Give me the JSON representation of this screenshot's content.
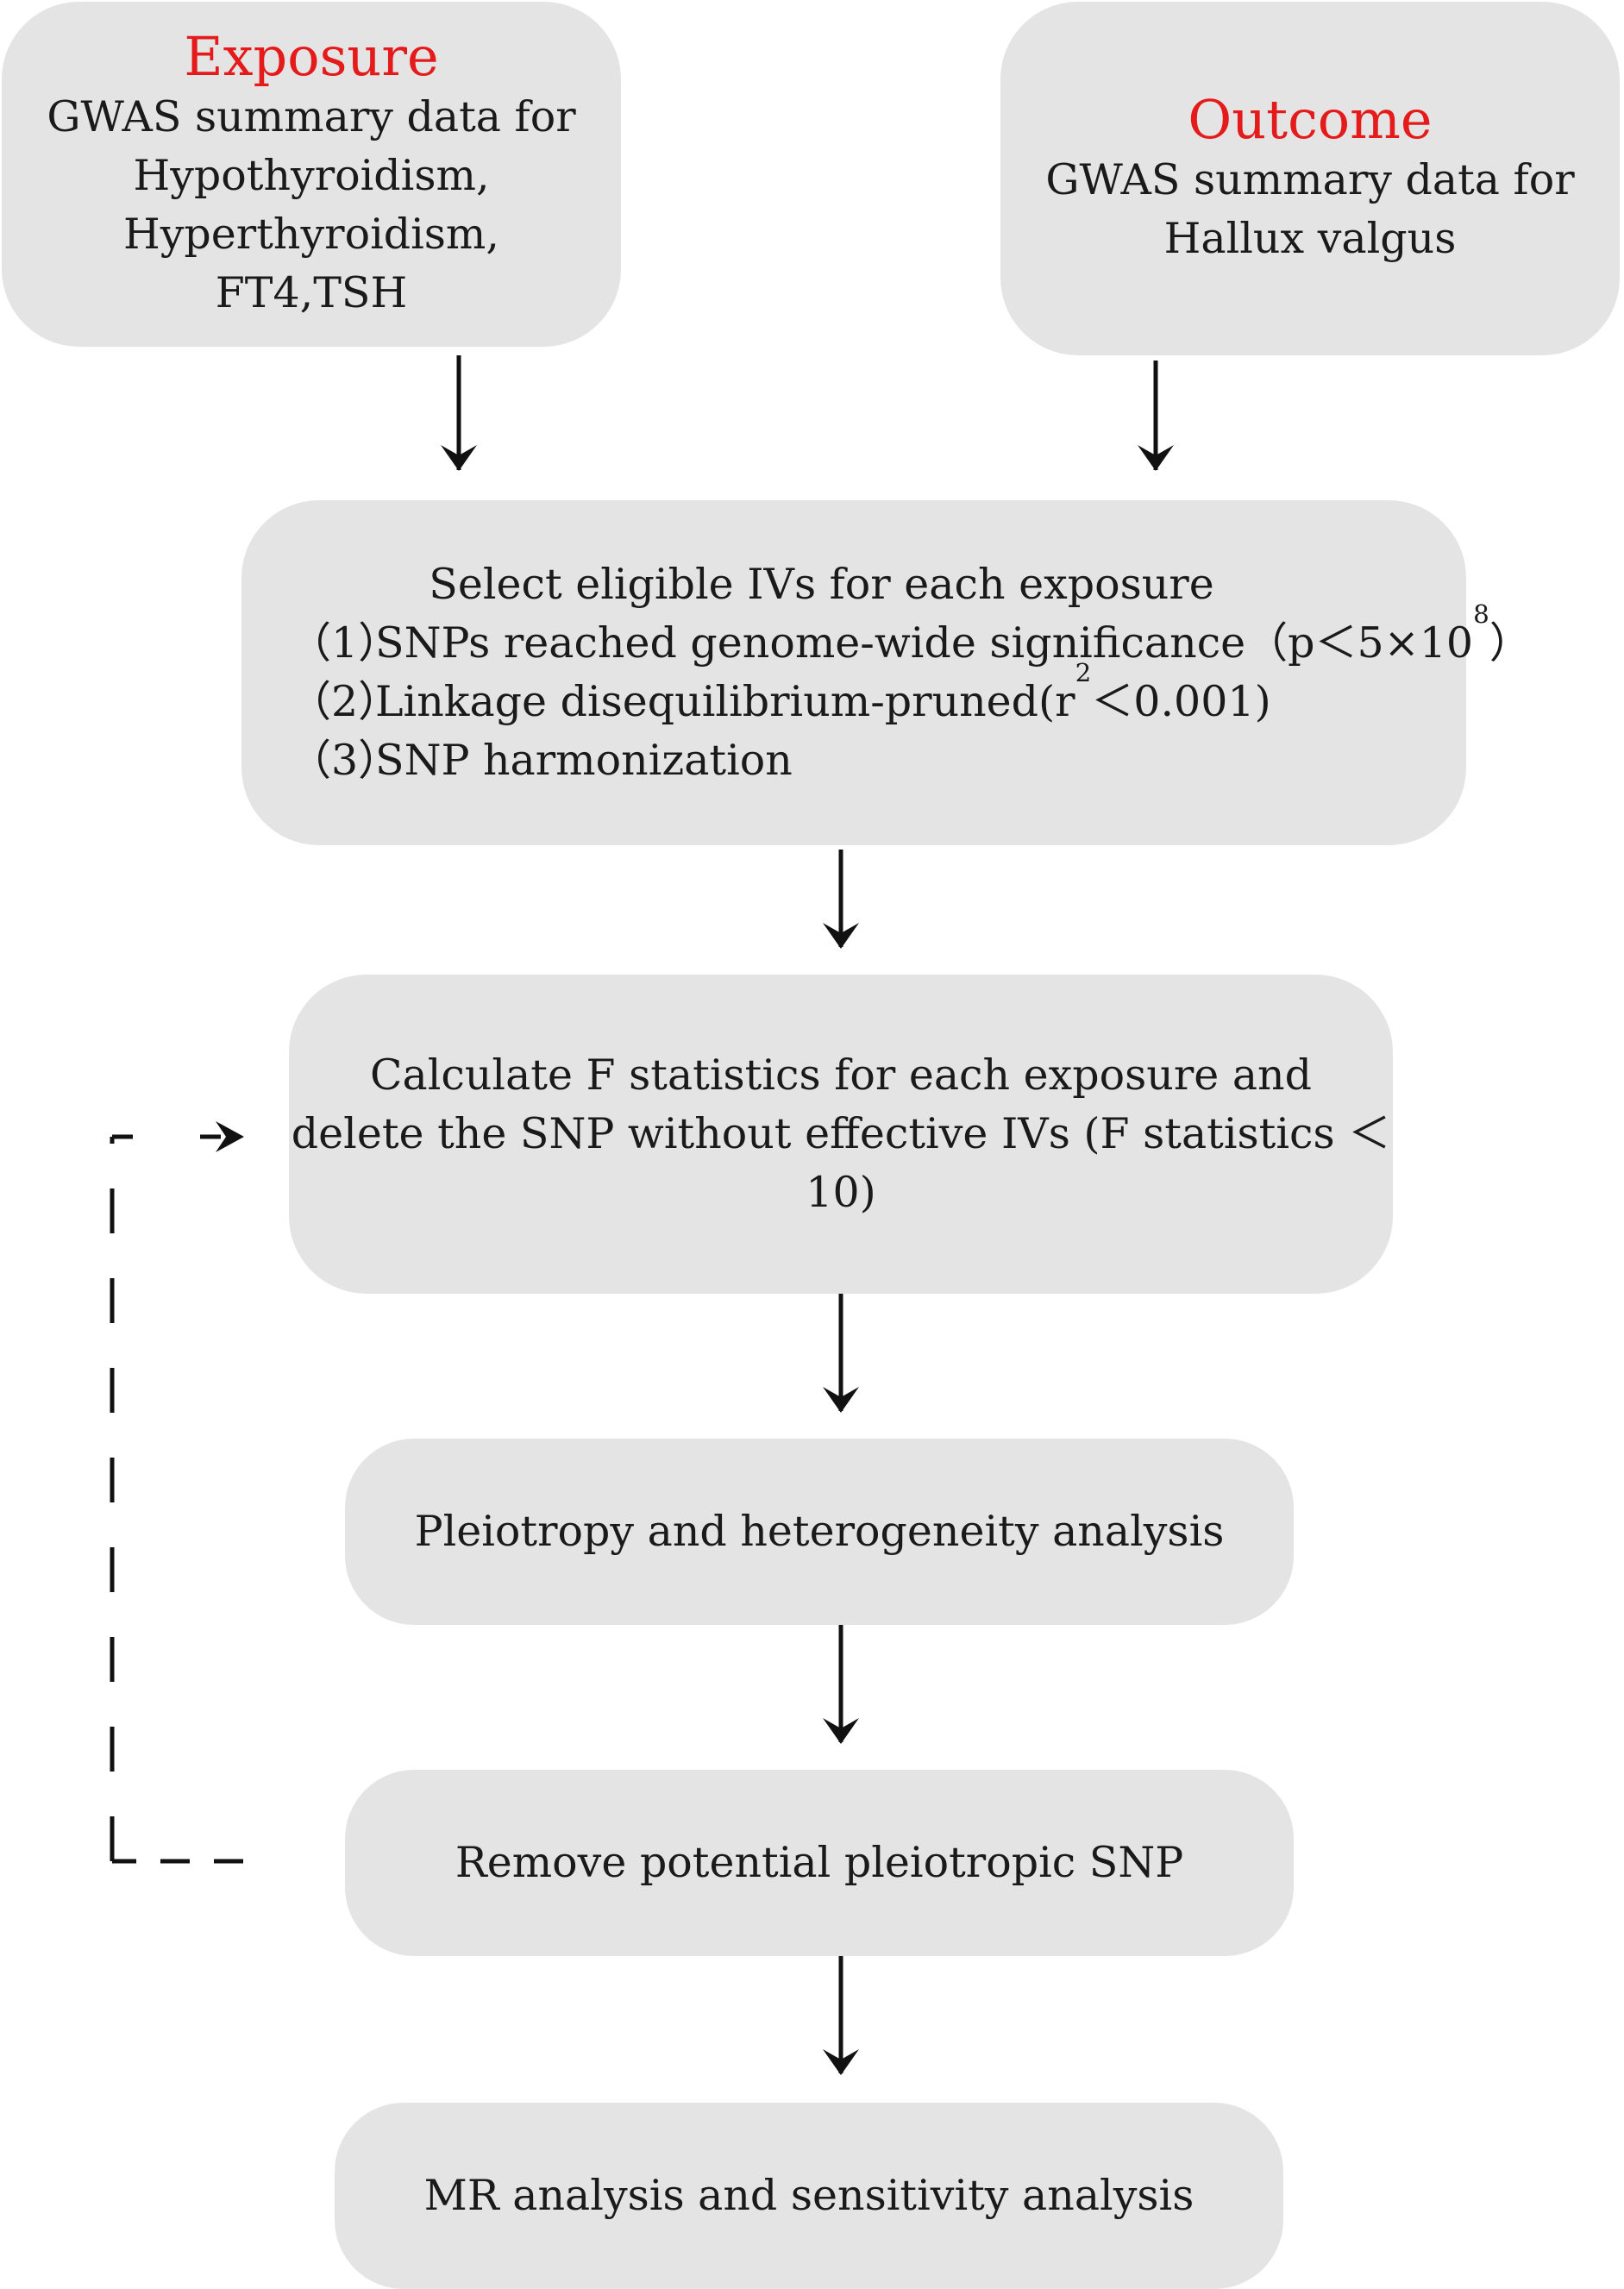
{
  "colors": {
    "accent": "#e51a1a",
    "box_fill": "#e4e4e4",
    "line": "#111111"
  },
  "exposure": {
    "heading": "Exposure",
    "lines": [
      "GWAS summary data for",
      "Hypothyroidism,",
      "Hyperthyroidism,",
      "FT4,TSH"
    ]
  },
  "outcome": {
    "heading": "Outcome",
    "lines": [
      "GWAS summary data for",
      "Hallux valgus"
    ]
  },
  "select": {
    "title": "Select eligible IVs for each exposure",
    "steps": [
      {
        "num": "（1）",
        "text": "SNPs reached genome-wide significance（p＜5×10",
        "sup": "8",
        "tail": "）"
      },
      {
        "num": "（2）",
        "text": "Linkage disequilibrium-pruned(r",
        "sup": "2",
        "tail": "＜0.001)"
      },
      {
        "num": "（3）",
        "text": "SNP harmonization",
        "sup": "",
        "tail": ""
      }
    ]
  },
  "fstat": {
    "lines": [
      "Calculate F statistics for each exposure and",
      "delete the SNP without effective IVs (F  statistics ＜10)"
    ]
  },
  "pleiotropy": {
    "label": "Pleiotropy and heterogeneity  analysis"
  },
  "remove": {
    "label": "Remove potential pleiotropic SNP"
  },
  "mr": {
    "label": "MR analysis and sensitivity analysis"
  }
}
